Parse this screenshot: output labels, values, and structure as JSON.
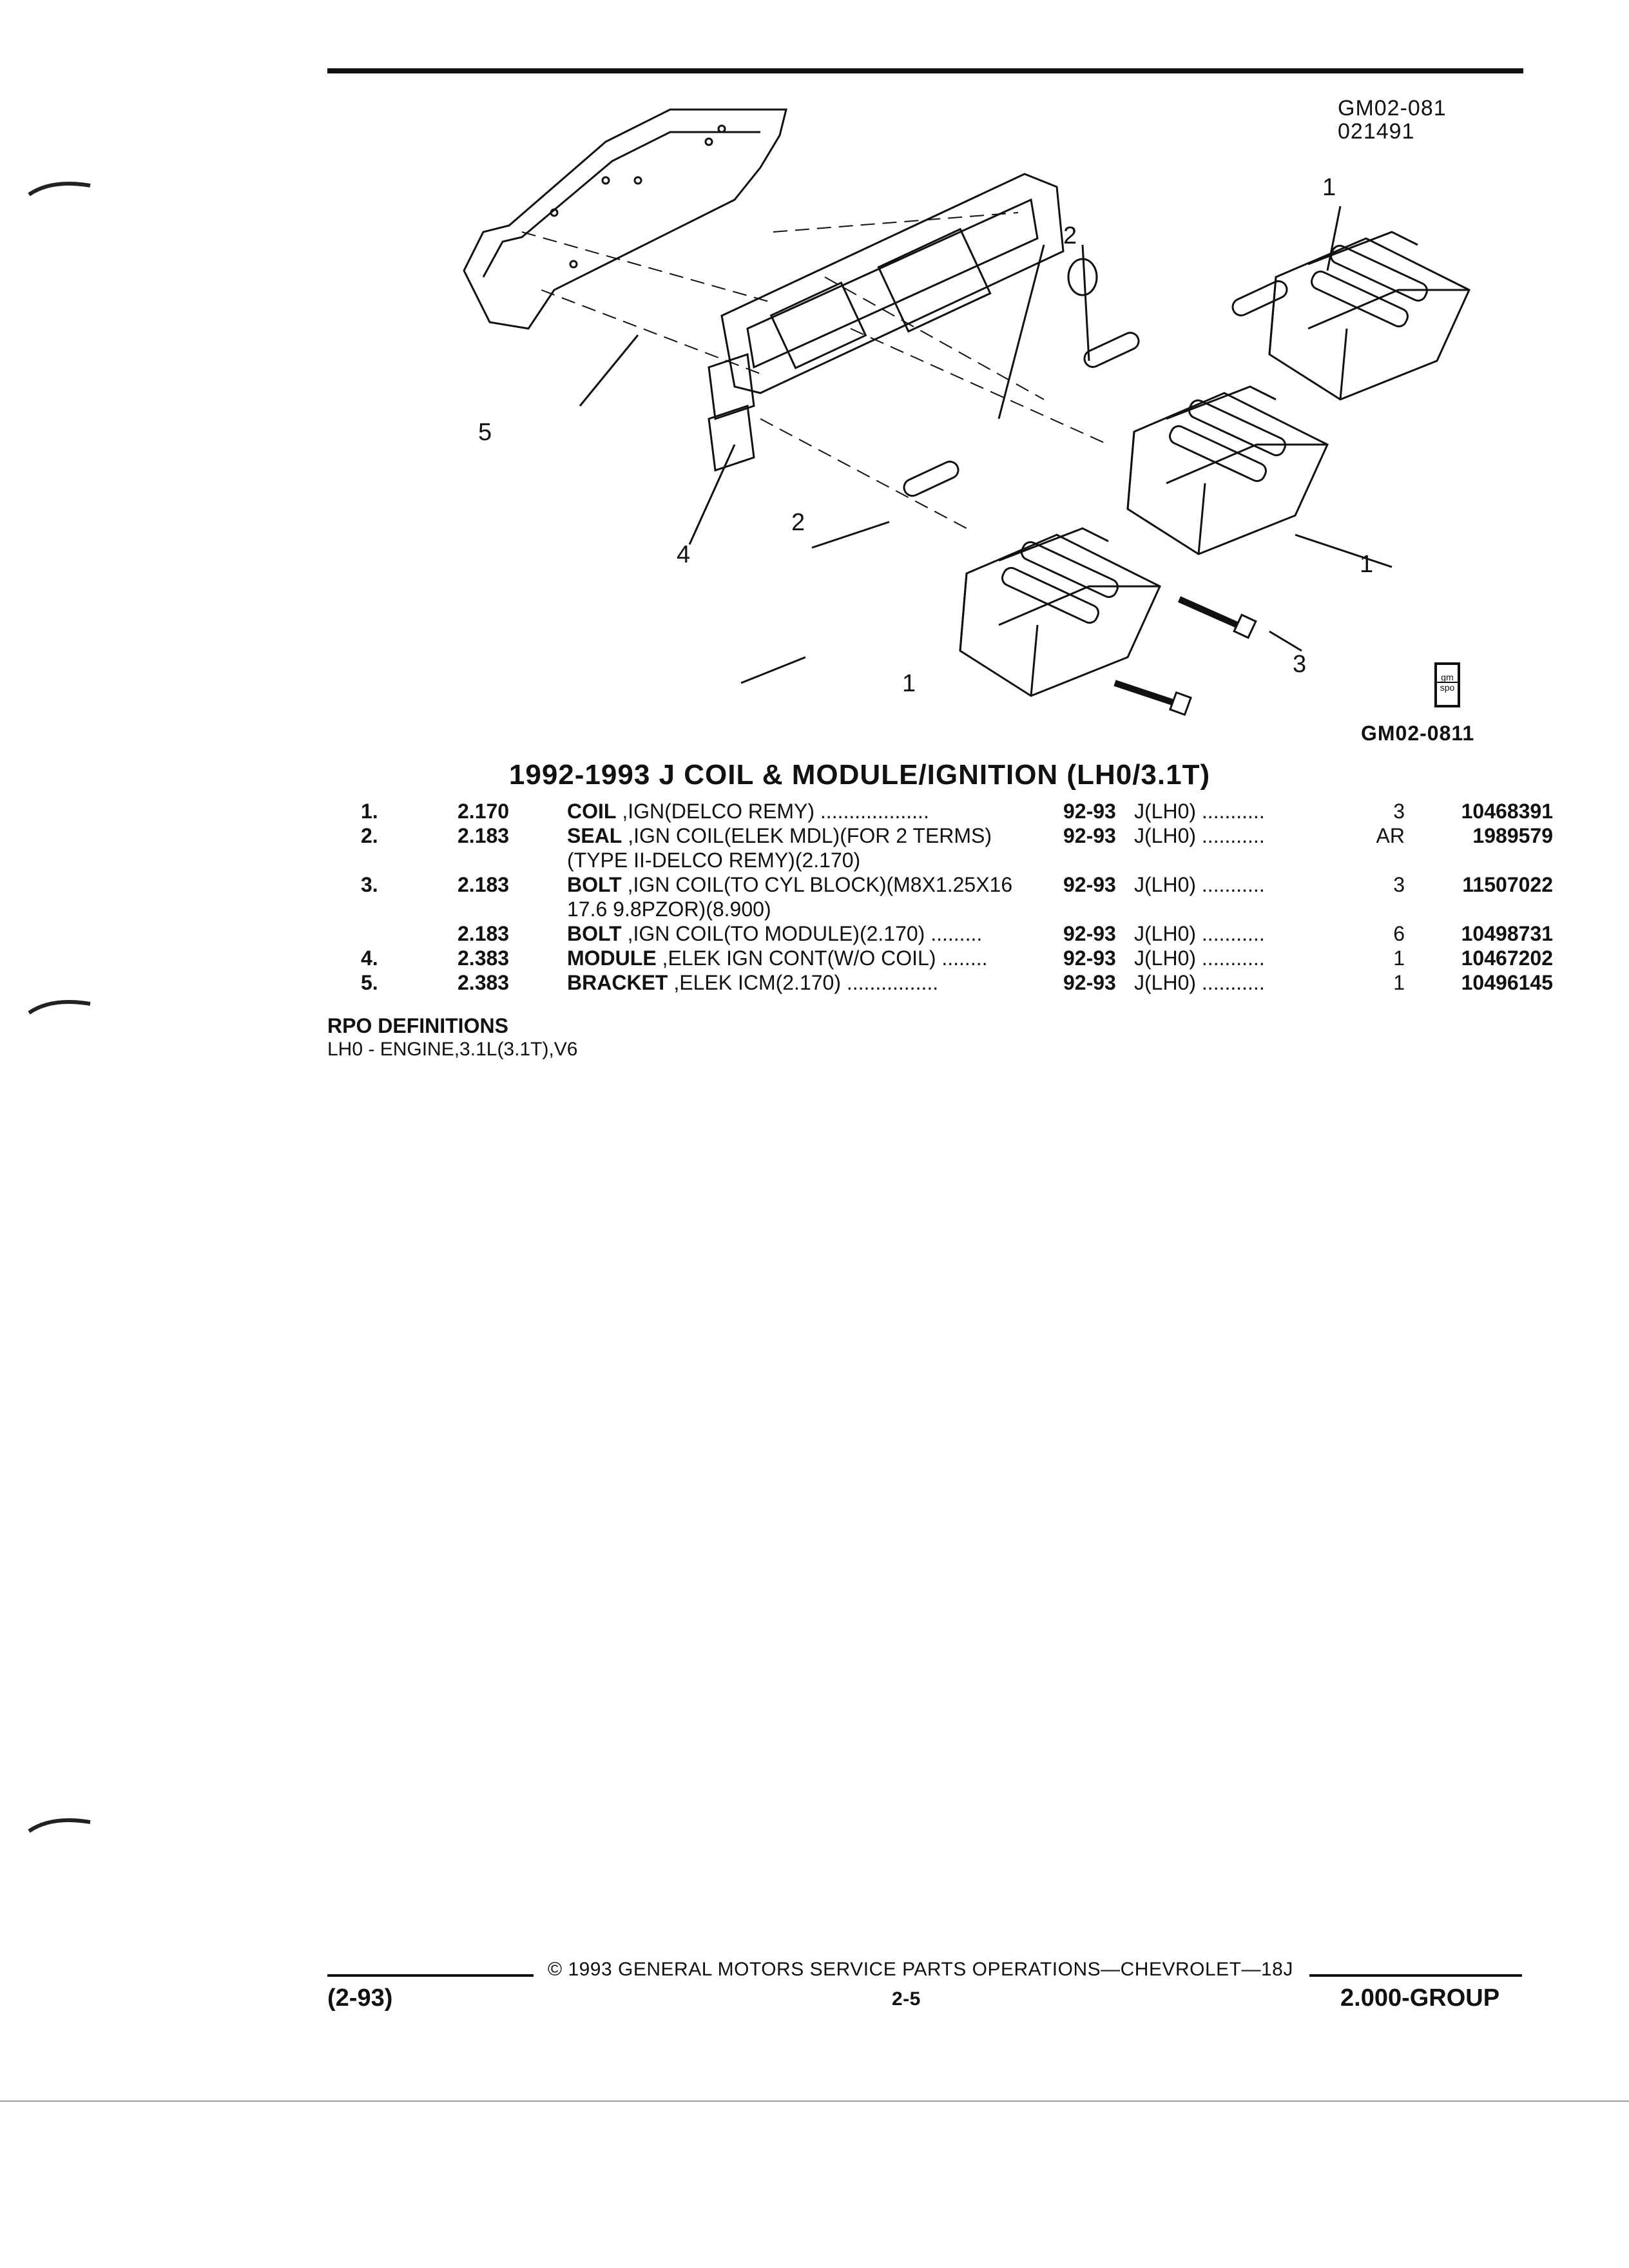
{
  "catalog_ids": {
    "top_code": "GM02-081",
    "top_date": "021491",
    "bottom_code": "GM02-0811"
  },
  "badge": {
    "line1": "gm",
    "line2": "spo",
    "icon": "gm-spo-logo-icon"
  },
  "callouts": [
    "1",
    "2",
    "3",
    "4",
    "5"
  ],
  "title": "1992-1993 J COIL & MODULE/IGNITION (LH0/3.1T)",
  "parts": [
    {
      "num": "1.",
      "group": "2.170",
      "name": "COIL",
      "desc": " ,IGN(DELCO REMY)",
      "dots": " ...................",
      "years": "92-93",
      "app": "J(LH0)",
      "app_dots": " ...........",
      "qty": "3",
      "part_no": "10468391",
      "cont": ""
    },
    {
      "num": "2.",
      "group": "2.183",
      "name": "SEAL",
      "desc": " ,IGN COIL(ELEK MDL)(FOR 2 TERMS)",
      "dots": "",
      "years": "92-93",
      "app": "J(LH0)",
      "app_dots": " ...........",
      "qty": "AR",
      "part_no": "1989579",
      "cont": "(TYPE II-DELCO REMY)(2.170)"
    },
    {
      "num": "3.",
      "group": "2.183",
      "name": "BOLT",
      "desc": " ,IGN COIL(TO CYL BLOCK)(M8X1.25X16",
      "dots": "",
      "years": "92-93",
      "app": "J(LH0)",
      "app_dots": " ...........",
      "qty": "3",
      "part_no": "11507022",
      "cont": "17.6 9.8PZOR)(8.900)"
    },
    {
      "num": "",
      "group": "2.183",
      "name": "BOLT",
      "desc": " ,IGN COIL(TO MODULE)(2.170)",
      "dots": " .........",
      "years": "92-93",
      "app": "J(LH0)",
      "app_dots": " ...........",
      "qty": "6",
      "part_no": "10498731",
      "cont": ""
    },
    {
      "num": "4.",
      "group": "2.383",
      "name": "MODULE",
      "desc": " ,ELEK IGN CONT(W/O COIL)",
      "dots": " ........",
      "years": "92-93",
      "app": "J(LH0)",
      "app_dots": " ...........",
      "qty": "1",
      "part_no": "10467202",
      "cont": ""
    },
    {
      "num": "5.",
      "group": "2.383",
      "name": "BRACKET",
      "desc": " ,ELEK ICM(2.170)",
      "dots": " ................",
      "years": "92-93",
      "app": "J(LH0)",
      "app_dots": " ...........",
      "qty": "1",
      "part_no": "10496145",
      "cont": ""
    }
  ],
  "rpo": {
    "heading": "RPO DEFINITIONS",
    "definition": "LH0 - ENGINE,3.1L(3.1T),V6"
  },
  "footer": {
    "center": "© 1993 GENERAL MOTORS SERVICE PARTS OPERATIONS—CHEVROLET—18J",
    "left": "(2-93)",
    "page": "2-5",
    "right": "2.000-GROUP"
  }
}
